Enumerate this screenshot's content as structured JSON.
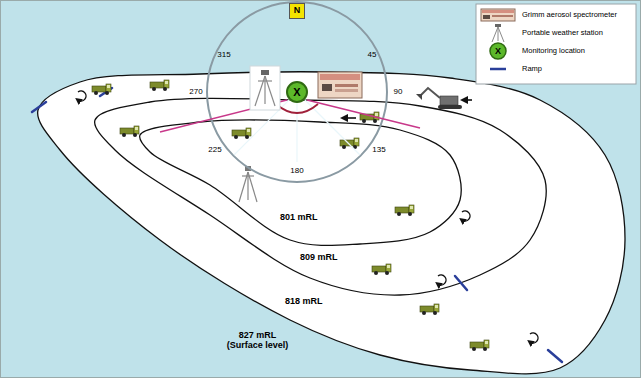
{
  "diagram": {
    "nodes": [
      {
        "text": [
          "N"
        ]
      },
      {
        "text": [
          "X"
        ]
      }
    ],
    "labels": [
      "315",
      "45",
      "270",
      "90",
      "225",
      "135",
      "180",
      "801 mRL",
      "809 mRL",
      "818 mRL",
      "827 mRL (Surface level)",
      "X"
    ],
    "legend": [
      {
        "text": "Grimm aerosol spectrometer"
      },
      {
        "text": "Portable weather station"
      },
      {
        "text": "Monitoring location"
      },
      {
        "text": "Ramp"
      }
    ]
  }
}
